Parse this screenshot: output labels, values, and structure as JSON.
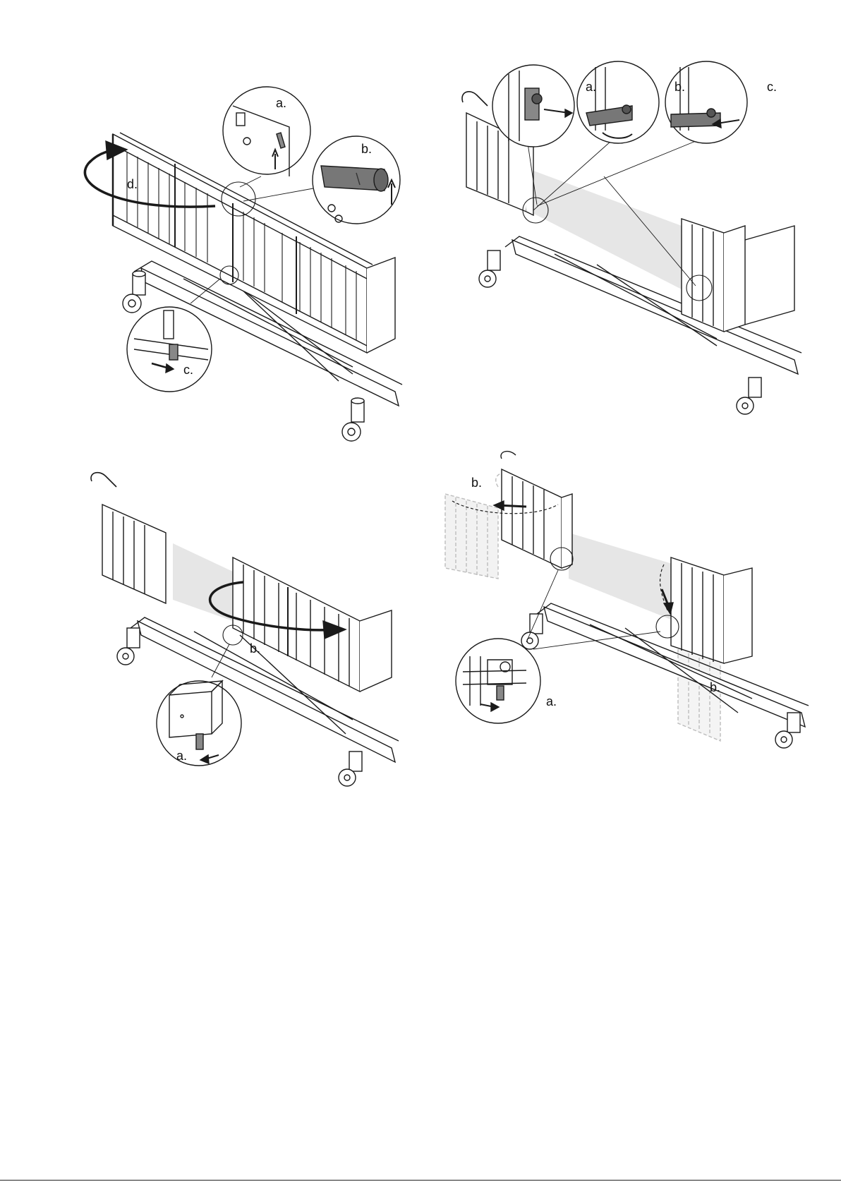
{
  "panels": [
    {
      "id": "top-left",
      "labels": {
        "a": "a.",
        "b": "b.",
        "c": "c.",
        "d": "d."
      }
    },
    {
      "id": "top-right",
      "labels": {
        "a": "a.",
        "b": "b.",
        "c": "c."
      }
    },
    {
      "id": "bottom-left",
      "labels": {
        "a": "a.",
        "b": "b."
      }
    },
    {
      "id": "bottom-right",
      "labels": {
        "a": "a.",
        "b1": "b.",
        "b2": "b."
      }
    }
  ],
  "colors": {
    "line": "#1a1a1a",
    "shade": "#e6e6e6",
    "part": "#777777",
    "ghost": "#bdbdbd"
  }
}
